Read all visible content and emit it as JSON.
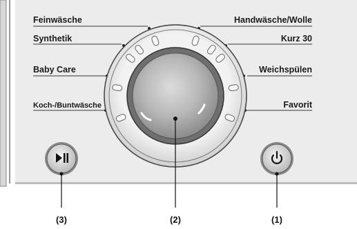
{
  "programs_left": [
    {
      "id": "feinwaesche",
      "label": "Feinwäsche"
    },
    {
      "id": "synthetik",
      "label": "Synthetik"
    },
    {
      "id": "baby-care",
      "label": "Baby Care"
    },
    {
      "id": "koch-buntwaesche",
      "label": "Koch-/Buntwäsche"
    }
  ],
  "programs_right": [
    {
      "id": "handwaesche-wolle",
      "label": "Handwäsche/Wolle"
    },
    {
      "id": "kurz-30",
      "label": "Kurz 30"
    },
    {
      "id": "weichspuelen",
      "label": "Weichspülen"
    },
    {
      "id": "favorit",
      "label": "Favorit"
    }
  ],
  "callouts": {
    "start_pause": "(3)",
    "program_selector": "(2)",
    "power": "(1)"
  },
  "icons": {
    "start_pause": "play-pause-icon",
    "power": "power-icon"
  }
}
